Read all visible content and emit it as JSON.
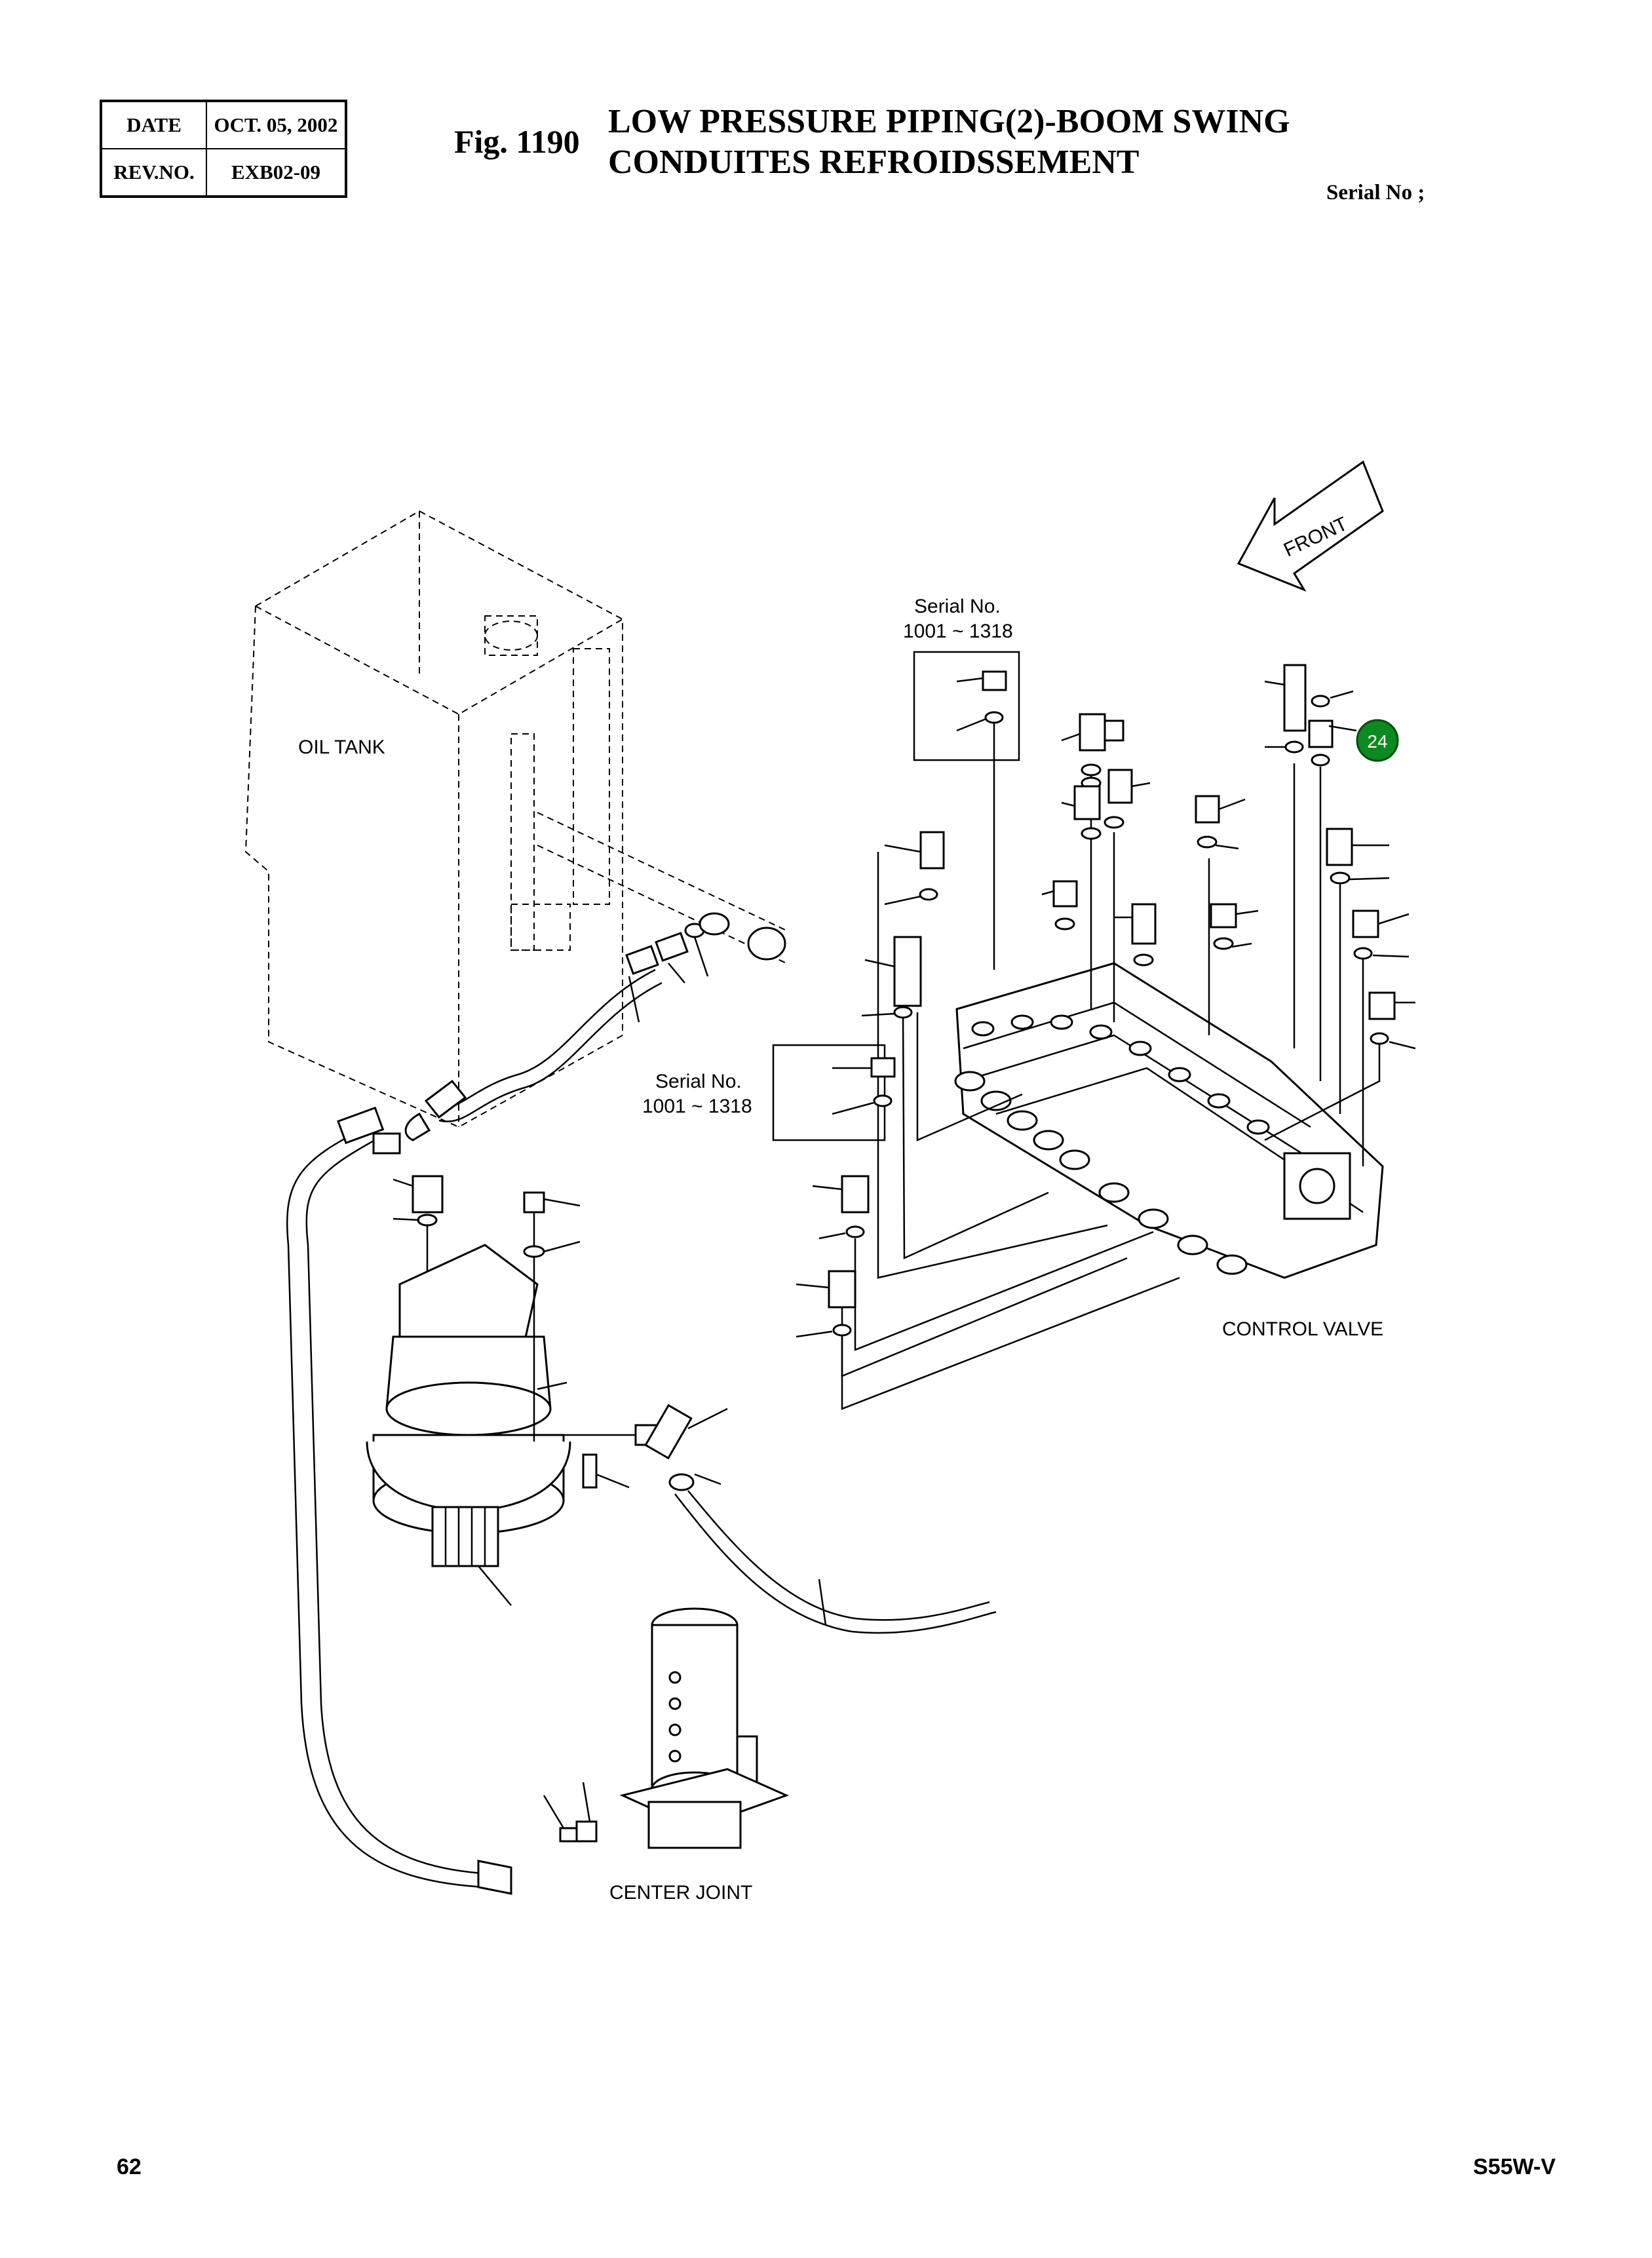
{
  "header": {
    "date_label": "DATE",
    "date_value": "OCT. 05, 2002",
    "rev_label": "REV.NO.",
    "rev_value": "EXB02-09",
    "fig_label": "Fig. 1190",
    "title_en": "LOW PRESSURE PIPING(2)-BOOM SWING",
    "title_fr": "CONDUITES REFROIDSSEMENT",
    "serial_label": "Serial No ;"
  },
  "diagram": {
    "front_label": "FRONT",
    "oil_tank_label": "OIL TANK",
    "control_valve_label": "CONTROL VALVE",
    "center_joint_label": "CENTER JOINT",
    "serial_box_1": {
      "line1": "Serial No.",
      "line2": "1001 ~ 1318"
    },
    "serial_box_2": {
      "line1": "Serial No.",
      "line2": "1001 ~ 1318"
    },
    "callout": {
      "number": "24",
      "color": "#0b8a1f"
    }
  },
  "footer": {
    "page_number": "62",
    "model": "S55W-V"
  }
}
